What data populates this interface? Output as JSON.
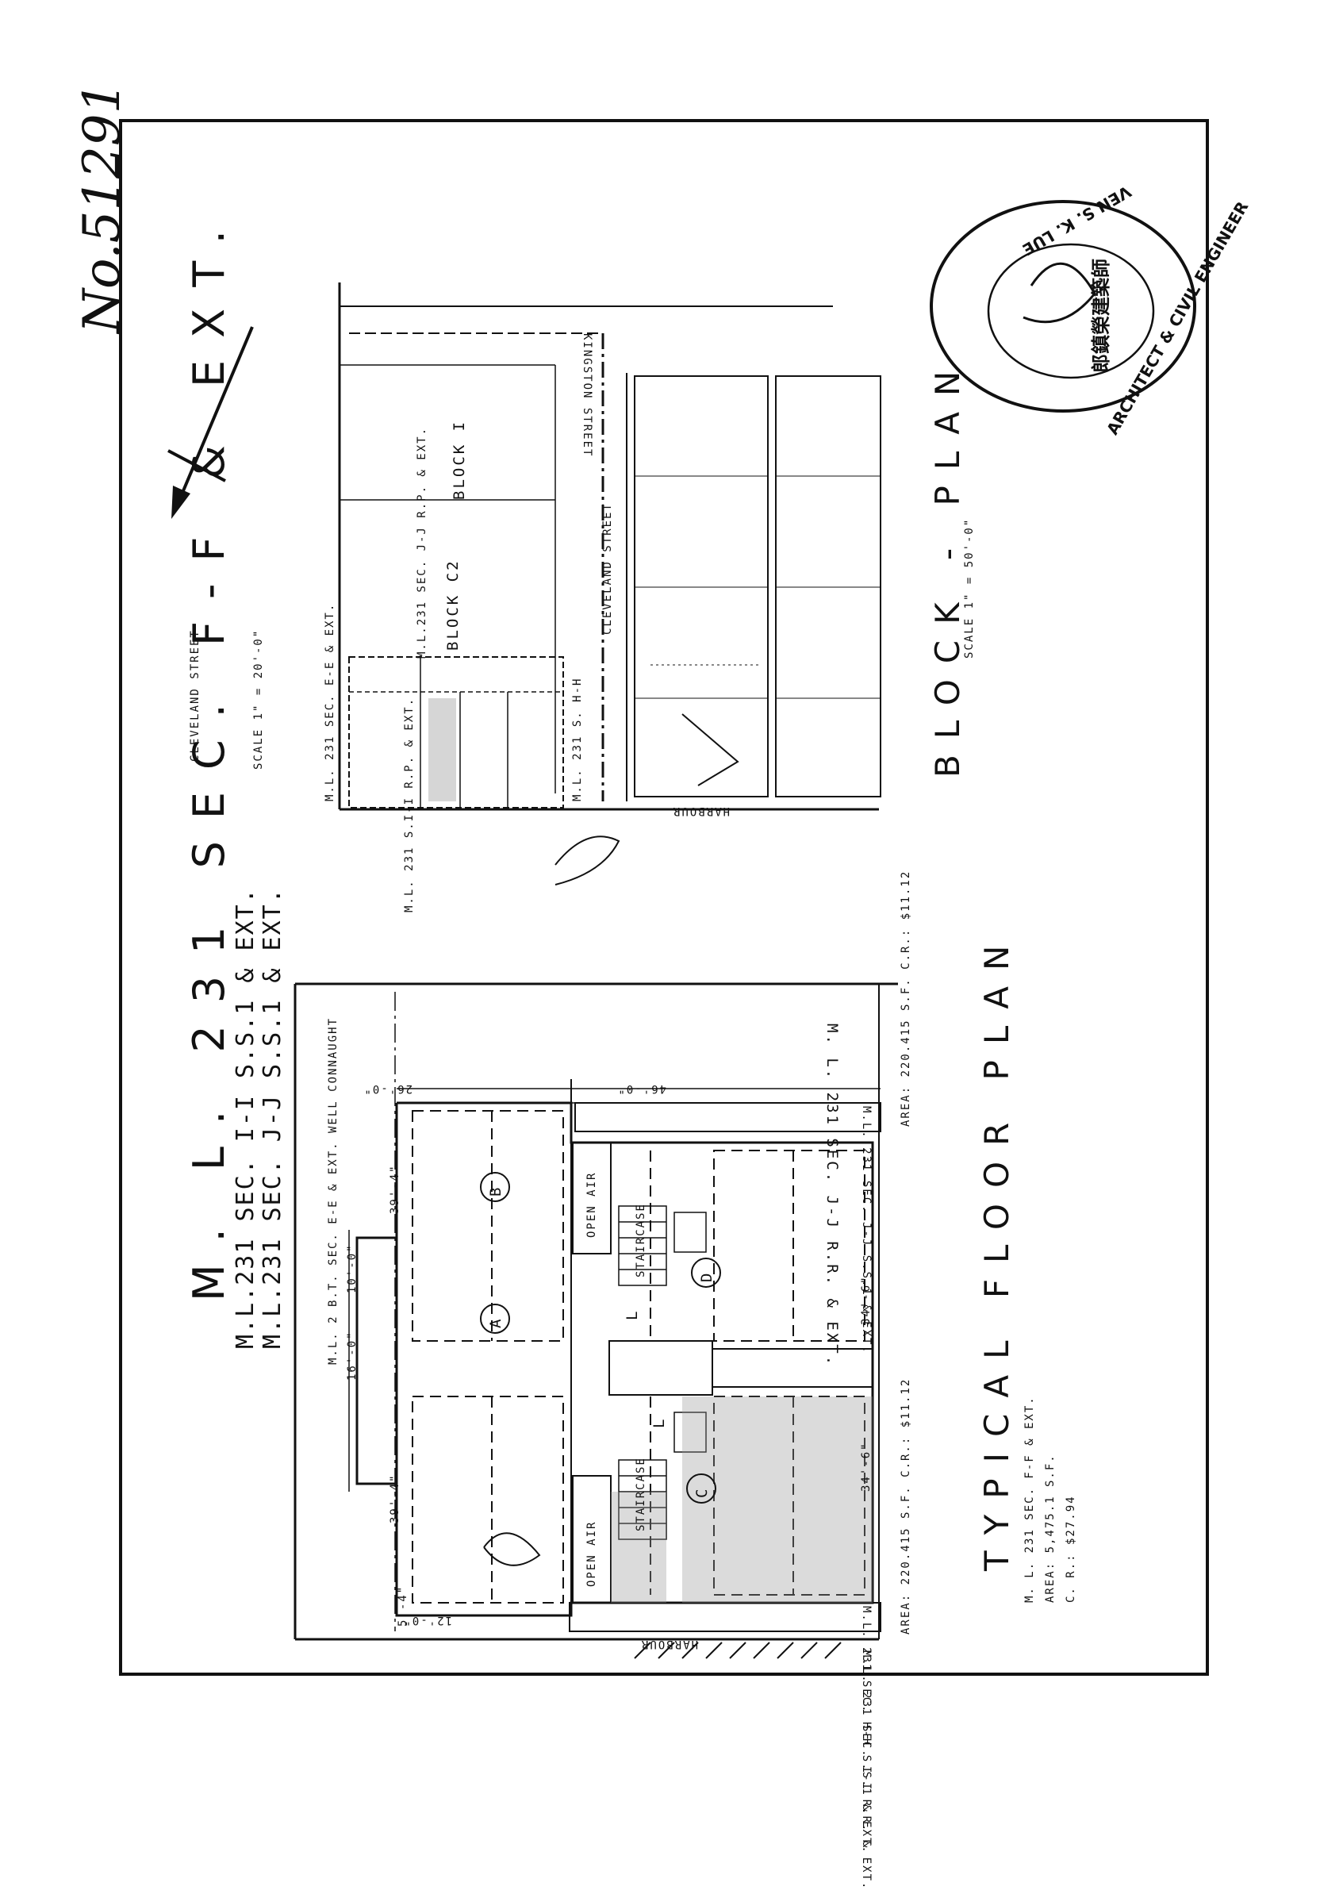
{
  "handwritten_number": "No.51291",
  "main_title": "M. L. 231 SEC. F-F & EXT.",
  "title_street_note": "CLEVELAND STREET",
  "subtitle_1": "M.L.231 SEC. I-I S.S.1 & EXT.",
  "subtitle_2": "M.L.231 SEC. J-J S.S.1 & EXT.",
  "top_scale": "SCALE 1\" = 20'-0\"",
  "block_plan": {
    "title": "BLOCK - PLAN",
    "scale": "SCALE 1\" = 50'-0\"",
    "street_kingston": "KINGSTON STREET",
    "street_cleveland": "CLEVELAND STREET",
    "street_harbour": "HARBOUR",
    "label_block_c2": "BLOCK C2",
    "label_block_1": "BLOCK I",
    "label_ml_sec_jj": "M.L.231 SEC. J-J R.P. & EXT.",
    "label_ml_sec_ee": "M.L. 231 SEC. E-E & EXT.",
    "label_ml_hh": "M.L. 231 S. H-H",
    "label_ml_rp": "M.L. 231 S.I-I R.P. & EXT."
  },
  "floor_plan": {
    "title": "TYPICAL FLOOR PLAN",
    "note_line_1": "M. L. 231 SEC. F-F & EXT.",
    "note_line_2": "AREA: 5,475.1 S.F.",
    "note_line_3": "C. R.: $27.94",
    "neighbor_top": "M. L. 231 SEC. J-J R.R. & EXT.",
    "neighbor_bottom": "M.L. 231 SEC. I-I R.R. & EXT.",
    "street_bottom": "HARBOUR",
    "strip_top": "M.L. 231 SEC. J-J S.S.1 & EXT.",
    "strip_bottom": "M.L. 231 SEC. H-H S.S.1 & EXT.",
    "left_note": "M.L. 2 B.T. SEC. E-E & EXT. WELL CONNAUGHT",
    "area_top": "AREA: 220.415 S.F. C.R.: $11.12",
    "area_bottom": "AREA: 220.415 S.F. C.R.: $11.12",
    "dim_2640": "26'-0\"",
    "dim_4610": "46'-0\"",
    "dim_3914_a": "39'-4\"",
    "dim_3914_b": "39'-4\"",
    "dim_3460_a": "34'-6\"",
    "dim_3460_b": "34'-6\"",
    "dim_1000": "10'-0\"",
    "dim_1640": "16'-0\"",
    "dim_54": "5'-4\"",
    "dim_1210": "12'-0\"",
    "unit_a": "A",
    "unit_b": "B",
    "unit_c": "C",
    "unit_d": "D",
    "open_air": "OPEN AIR",
    "staircase": "STAIRCASE",
    "lift": "L"
  },
  "seal": {
    "ring_top": "VEN S. K. LUE",
    "ring_bottom": "ARCHITECT & CIVIL ENGINEER",
    "chinese": "郎鎮榮建築師"
  }
}
